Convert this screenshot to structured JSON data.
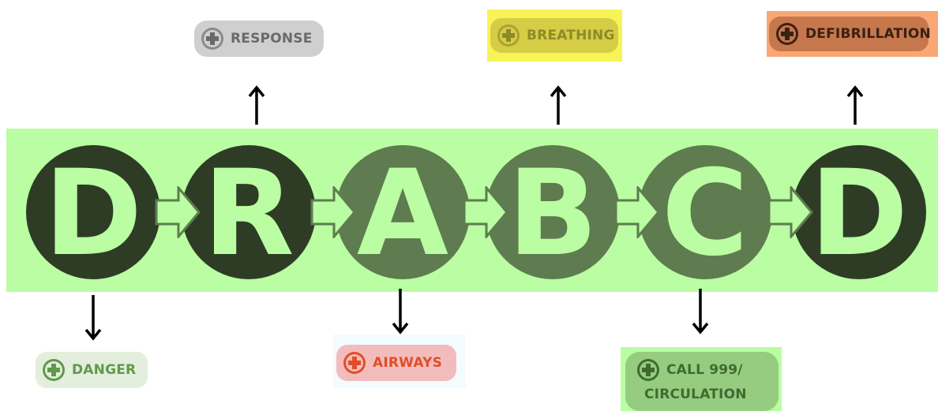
{
  "steps": [
    {
      "letter": "D"
    },
    {
      "letter": "R"
    },
    {
      "letter": "A"
    },
    {
      "letter": "B"
    },
    {
      "letter": "C"
    },
    {
      "letter": "D"
    }
  ],
  "labels": {
    "response": "RESPONSE",
    "breathing": "BREATHING",
    "defibrillation": "DEFIBRILLATION",
    "danger": "DANGER",
    "airways": "AIRWAYS",
    "call_line1": "CALL 999/",
    "call_line2": "CIRCULATION"
  },
  "colors": {
    "band": "#bafda2",
    "circle_dark": "#2e3c26",
    "circle_mid": "#5e7c4f",
    "breathing_bg": "#f8f356",
    "defibrillation_bg": "#f9a774",
    "airways_text": "#e24d28",
    "danger_text": "#5f9a4b"
  },
  "icons": [
    "plus-circle-icon",
    "arrow-up-icon",
    "arrow-down-icon",
    "chevron-right-icon"
  ]
}
